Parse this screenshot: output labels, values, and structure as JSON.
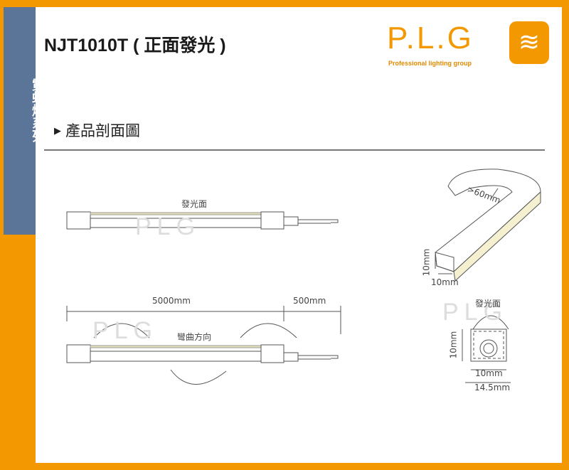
{
  "sidebar": {
    "label": "霓虹燈系列"
  },
  "header": {
    "title": "NJT1010T ( 正面發光 )"
  },
  "logo": {
    "text": "P.L.G",
    "tagline": "Professional lighting group"
  },
  "section": {
    "marker": "▶",
    "title": "產品剖面圖"
  },
  "watermark": "PLG",
  "diagram": {
    "front_label": "發光面",
    "length_main": "5000mm",
    "length_cable": "500mm",
    "bend_label": "彎曲方向",
    "bend_radius": ">60mm",
    "iso_height": "10mm",
    "iso_width": "10mm",
    "section_front": "發光面",
    "section_height": "10mm",
    "section_width": "10mm",
    "section_base": "14.5mm"
  },
  "colors": {
    "frame": "#F39800",
    "sidebar": "#5B7599",
    "led": "#F5F0D0"
  }
}
